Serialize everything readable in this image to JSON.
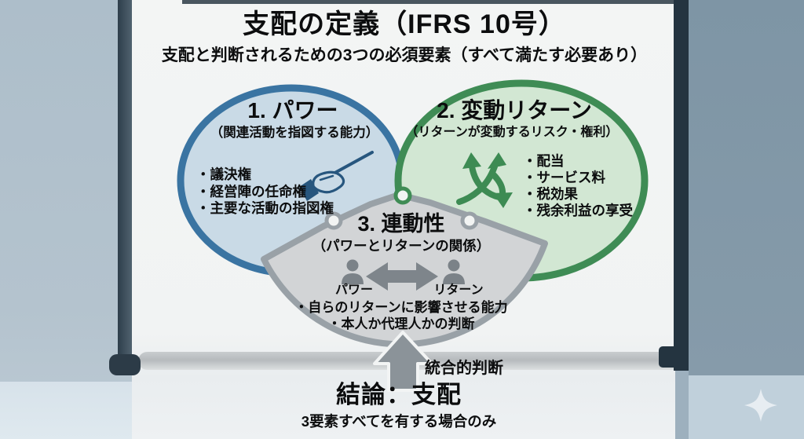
{
  "header": {
    "title": "支配の定義（IFRS 10号）",
    "subtitle": "支配と判断されるための3つの必須要素（すべて満たす必要あり）"
  },
  "pieces": {
    "power": {
      "title": "1. パワー",
      "subtitle": "（関連活動を指図する能力）",
      "bullets": [
        "・議決権",
        "・経営陣の任命権",
        "・主要な活動の指図権"
      ],
      "icon": "pointer-hand-icon"
    },
    "returns": {
      "title": "2. 変動リターン",
      "subtitle": "（リターンが変動するリスク・権利）",
      "bullets": [
        "・配当",
        "・サービス料",
        "・税効果",
        "・残余利益の享受"
      ],
      "icon": "variable-return-arrows-icon"
    },
    "linkage": {
      "title": "3. 連動性",
      "subtitle": "（パワーとリターンの関係）",
      "left_label": "パワー",
      "right_label": "リターン",
      "bullets": [
        "・自らのリターンに影響させる能力",
        "・本人か代理人かの判断"
      ],
      "icon": "person-link-arrows-icon"
    }
  },
  "conclusion": {
    "arrow_label": "統合的判断",
    "title": "結論：支配",
    "subtitle": "3要素すべてを有する場合のみ"
  },
  "colors": {
    "power_fill": "#c9dae6",
    "power_border": "#3a74a2",
    "returns_fill": "#d2e7d3",
    "returns_border": "#3f8c55",
    "linkage_fill": "#d2d4d6",
    "linkage_border": "#99a1a7",
    "board": "#f2f4f3",
    "wall_left": "#b0c0cb",
    "wall_right": "#8298a8"
  }
}
